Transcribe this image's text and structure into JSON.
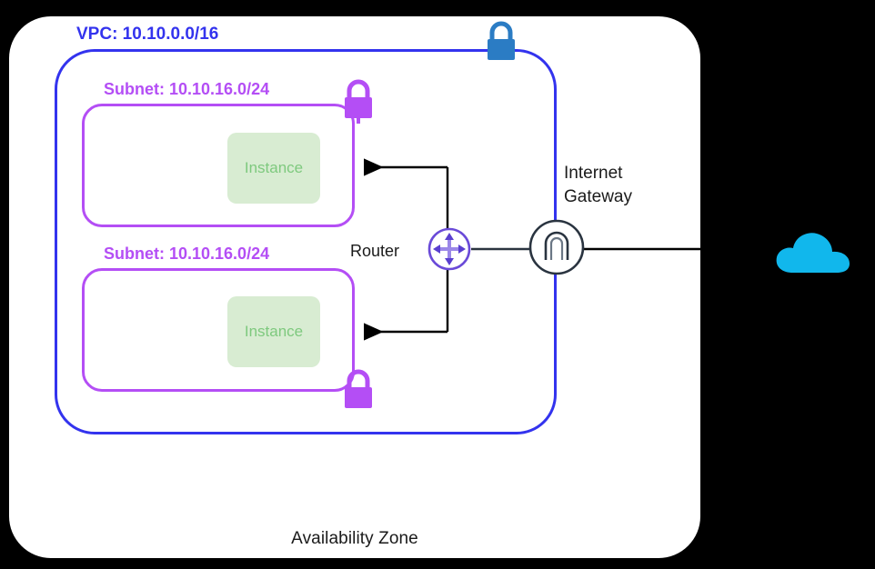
{
  "diagram": {
    "title": "AWS VPC Availability Zone network diagram",
    "background_color": "#000000",
    "card_color": "#ffffff"
  },
  "availability_zone": {
    "label": "Availability Zone",
    "text_color": "#1a1a1a"
  },
  "vpc": {
    "label": "VPC: 10.10.0.0/16",
    "border_color": "#3333ee",
    "text_color": "#3333ee"
  },
  "subnets": [
    {
      "label": "Subnet: 10.10.16.0/24",
      "border_color": "#b44ef5",
      "text_color": "#b44ef5",
      "instance": {
        "label": "Instance",
        "fill_color": "#d8ecd2",
        "text_color": "#7ec97e"
      },
      "lock": {
        "icon": "lock-icon",
        "color": "#b44ef5",
        "position": "top-right"
      }
    },
    {
      "label": "Subnet: 10.10.16.0/24",
      "border_color": "#b44ef5",
      "text_color": "#b44ef5",
      "instance": {
        "label": "Instance",
        "fill_color": "#d8ecd2",
        "text_color": "#7ec97e"
      },
      "lock": {
        "icon": "lock-icon",
        "color": "#b44ef5",
        "position": "bottom-right"
      }
    }
  ],
  "vpc_lock": {
    "icon": "lock-icon",
    "color": "#2b7cc4"
  },
  "router": {
    "label": "Router",
    "icon": "router-crosshair-icon",
    "color": "#6a4ad8",
    "text_color": "#1a1a1a"
  },
  "internet_gateway": {
    "label_line_1": "Internet",
    "label_line_2": "Gateway",
    "icon": "internet-gateway-arch-icon",
    "color": "#2a3440",
    "text_color": "#1a1a1a"
  },
  "internet_cloud": {
    "icon": "cloud-icon",
    "color": "#11b7ec"
  },
  "connections": [
    {
      "from": "router",
      "to": "subnet-1-instance",
      "style": "arrow",
      "color": "#000000"
    },
    {
      "from": "router",
      "to": "subnet-2-instance",
      "style": "arrow",
      "color": "#000000"
    },
    {
      "from": "router",
      "to": "internet-gateway",
      "style": "line",
      "color": "#2a3440"
    },
    {
      "from": "internet-gateway",
      "to": "internet-cloud",
      "style": "line",
      "color": "#000000"
    }
  ]
}
